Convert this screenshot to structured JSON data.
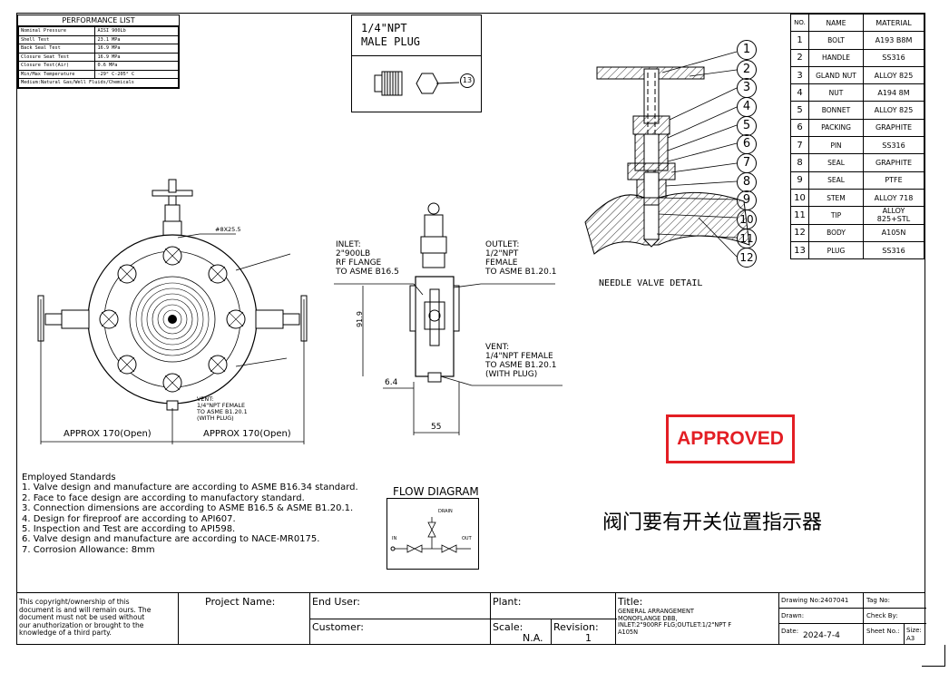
{
  "performance_list": {
    "title": "PERFORMANCE LIST",
    "rows": [
      [
        "Nominal Pressure",
        "AISI 900Lb"
      ],
      [
        "Shell Test",
        "23.1 MPa"
      ],
      [
        "Back Seal Test",
        "16.9 MPa"
      ],
      [
        "Closure Seat Test",
        "16.9 MPa"
      ],
      [
        "Closure Test(Air)",
        "0.6 MPa"
      ],
      [
        "Min/Max Temperature",
        "-29° C-205° C"
      ]
    ],
    "footer": "Medium:Natural Gas/Well Fluids/Chemicals"
  },
  "plug": {
    "title_line1": "1/4\"NPT",
    "title_line2": "MALE PLUG",
    "balloon": "13"
  },
  "parts": {
    "headers": [
      "NO.",
      "NAME",
      "MATERIAL"
    ],
    "rows": [
      [
        "1",
        "BOLT",
        "A193 B8M"
      ],
      [
        "2",
        "HANDLE",
        "SS316"
      ],
      [
        "3",
        "GLAND NUT",
        "ALLOY 825"
      ],
      [
        "4",
        "NUT",
        "A194 8M"
      ],
      [
        "5",
        "BONNET",
        "ALLOY 825"
      ],
      [
        "6",
        "PACKING",
        "GRAPHITE"
      ],
      [
        "7",
        "PIN",
        "SS316"
      ],
      [
        "8",
        "SEAL",
        "GRAPHITE"
      ],
      [
        "9",
        "SEAL",
        "PTFE"
      ],
      [
        "10",
        "STEM",
        "ALLOY 718"
      ],
      [
        "11",
        "TIP",
        "ALLOY 825+STL"
      ],
      [
        "12",
        "BODY",
        "A105N"
      ],
      [
        "13",
        "PLUG",
        "SS316"
      ]
    ]
  },
  "needle_detail": {
    "label": "NEEDLE VALVE DETAIL",
    "balloons": [
      "1",
      "2",
      "3",
      "4",
      "5",
      "6",
      "7",
      "8",
      "9",
      "10",
      "11",
      "12"
    ]
  },
  "front_view": {
    "bolt_note": "#8X25.5",
    "dim_left": "APPROX 170(Open)",
    "dim_right": "APPROX 170(Open)",
    "vent_note": [
      "VENT:",
      "1/4\"NPT FEMALE",
      "TO ASME B1.20.1",
      "(WITH PLUG)"
    ]
  },
  "side_view": {
    "inlet_note": [
      "INLET:",
      "2\"900LB",
      "RF FLANGE",
      "TO ASME B16.5"
    ],
    "outlet_note": [
      "OUTLET:",
      "1/2\"NPT",
      "FEMALE",
      "TO ASME B1.20.1"
    ],
    "vent_note": [
      "VENT:",
      "1/4\"NPT FEMALE",
      "TO ASME B1.20.1",
      "(WITH PLUG)"
    ],
    "dim_height": "91.9",
    "dim_small": "6.4",
    "dim_width": "55"
  },
  "standards": {
    "heading": "Employed Standards",
    "items": [
      "1. Valve design and manufacture are according to ASME B16.34 standard.",
      "2. Face to face design are according to manufactory standard.",
      "3. Connection dimensions are according to ASME B16.5 & ASME B1.20.1.",
      "4. Design for fireproof are according to API607.",
      "5. Inspection and Test are according to API598.",
      "6. Valve design and manufacture are according to NACE-MR0175.",
      "7. Corrosion Allowance: 8mm"
    ]
  },
  "flow_diagram": {
    "title": "FLOW DIAGRAM",
    "drain": "DRAIN",
    "in": "IN",
    "out": "OUT"
  },
  "stamp": "APPROVED",
  "chinese_note": "阀门要有开关位置指示器",
  "title_block": {
    "copyright": [
      "This copyright/ownership of this",
      "document is and will remain ours. The",
      "document must not be used without",
      "our anuthorization or brought to the",
      "knowledge of a third party."
    ],
    "project_name_label": "Project Name:",
    "end_user_label": "End User:",
    "customer_label": "Customer:",
    "plant_label": "Plant:",
    "scale_label": "Scale:",
    "scale_value": "N.A.",
    "revision_label": "Revision:",
    "revision_value": "1",
    "title_label": "Title:",
    "title_lines": [
      "GENERAL ARRANGEMENT",
      "MONOFLANGE DBB,",
      "INLET:2\"900RF FLG;OUTLET:1/2\"NPT F",
      "A105N"
    ],
    "drawing_no": "Drawing No:2407041",
    "tag_no": "Tag No:",
    "drawn": "Drawn:",
    "check_by": "Check By:",
    "date_label": "Date:",
    "date_value": "2024-7-4",
    "sheet_no": "Sheet No.:",
    "size_label": "Size:",
    "size_value": "A3"
  }
}
